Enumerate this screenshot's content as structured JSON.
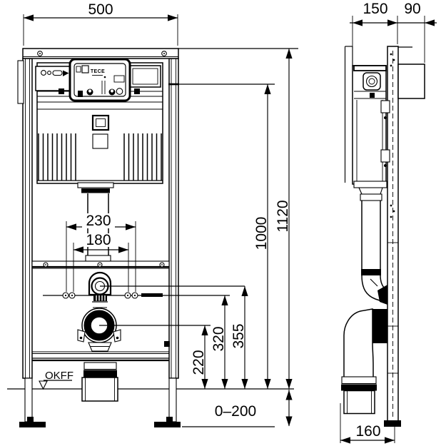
{
  "dims": {
    "width": "500",
    "depth": "150",
    "bracket_depth": "90",
    "total_height": "1120",
    "actuation_height": "1000",
    "bolt_spacing_outer": "230",
    "bolt_spacing_inner": "180",
    "flush_connection_height": "355",
    "bolt_height": "320",
    "outlet_height": "220",
    "foot_adjustment": "0–200",
    "outlet_depth": "160"
  },
  "labels": {
    "floor": "OKFF",
    "brand": "TECE"
  },
  "colors": {
    "line": "#000000",
    "background": "#ffffff"
  }
}
